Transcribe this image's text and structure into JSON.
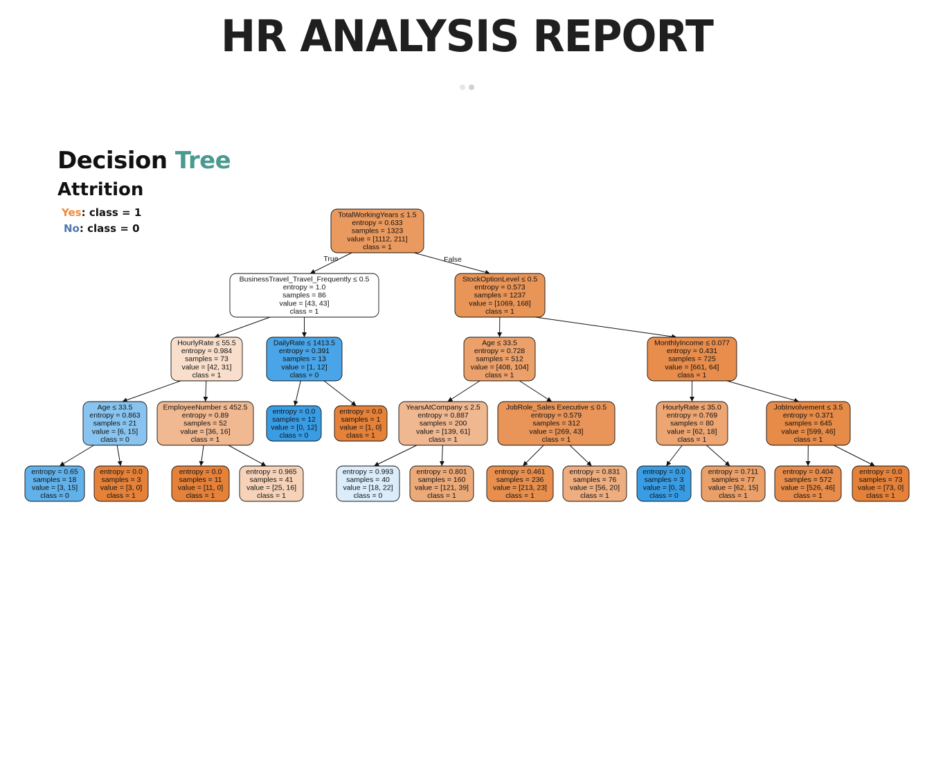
{
  "report": {
    "title": "HR ANALYSIS REPORT",
    "pager_dots": 2
  },
  "section": {
    "title_main": "Decision ",
    "title_accent": "Tree",
    "subtitle": "Attrition",
    "accent_color": "#4a9a8f"
  },
  "legend": {
    "yes_word": "Yes",
    "yes_rest": ": class = 1",
    "no_word": "No",
    "no_rest": ": class = 0",
    "yes_color": "#ef8a35",
    "no_color": "#4f77b0"
  },
  "tree": {
    "edge_true_label": "True",
    "edge_false_label": "False",
    "nodes": [
      {
        "id": "n0",
        "split": "TotalWorkingYears ≤ 1.5",
        "entropy": "0.633",
        "samples": "1323",
        "value": "[1112, 211]",
        "class": "1",
        "fill": "#ea9a5f"
      },
      {
        "id": "n1",
        "split": "BusinessTravel_Travel_Frequently ≤ 0.5",
        "entropy": "1.0",
        "samples": "86",
        "value": "[43, 43]",
        "class": "1",
        "fill": "#ffffff"
      },
      {
        "id": "n2",
        "split": "StockOptionLevel ≤ 0.5",
        "entropy": "0.573",
        "samples": "1237",
        "value": "[1069, 168]",
        "class": "1",
        "fill": "#e99558"
      },
      {
        "id": "n3",
        "split": "HourlyRate ≤ 55.5",
        "entropy": "0.984",
        "samples": "73",
        "value": "[42, 31]",
        "class": "1",
        "fill": "#f8decb"
      },
      {
        "id": "n4",
        "split": "DailyRate ≤ 1413.5",
        "entropy": "0.391",
        "samples": "13",
        "value": "[1, 12]",
        "class": "0",
        "fill": "#49a5e7"
      },
      {
        "id": "n5",
        "split": "Age ≤ 33.5",
        "entropy": "0.728",
        "samples": "512",
        "value": "[408, 104]",
        "class": "1",
        "fill": "#eca16b"
      },
      {
        "id": "n6",
        "split": "MonthlyIncome ≤ 0.077",
        "entropy": "0.431",
        "samples": "725",
        "value": "[661, 64]",
        "class": "1",
        "fill": "#e88d4c"
      },
      {
        "id": "n7",
        "split": "Age ≤ 33.5",
        "entropy": "0.863",
        "samples": "21",
        "value": "[6, 15]",
        "class": "0",
        "fill": "#88c4ef"
      },
      {
        "id": "n8",
        "split": "EmployeeNumber ≤ 452.5",
        "entropy": "0.89",
        "samples": "52",
        "value": "[36, 16]",
        "class": "1",
        "fill": "#f1b991"
      },
      {
        "id": "n9",
        "split": "",
        "entropy": "0.0",
        "samples": "12",
        "value": "[0, 12]",
        "class": "0",
        "fill": "#399de5"
      },
      {
        "id": "n10",
        "split": "",
        "entropy": "0.0",
        "samples": "1",
        "value": "[1, 0]",
        "class": "1",
        "fill": "#e58139"
      },
      {
        "id": "n11",
        "split": "YearsAtCompany ≤ 2.5",
        "entropy": "0.887",
        "samples": "200",
        "value": "[139, 61]",
        "class": "1",
        "fill": "#f0b890"
      },
      {
        "id": "n12",
        "split": "JobRole_Sales Executive ≤ 0.5",
        "entropy": "0.579",
        "samples": "312",
        "value": "[269, 43]",
        "class": "1",
        "fill": "#e99559"
      },
      {
        "id": "n13",
        "split": "HourlyRate ≤ 35.0",
        "entropy": "0.769",
        "samples": "80",
        "value": "[62, 18]",
        "class": "1",
        "fill": "#eda572"
      },
      {
        "id": "n14",
        "split": "JobInvolvement ≤ 3.5",
        "entropy": "0.371",
        "samples": "645",
        "value": "[599, 46]",
        "class": "1",
        "fill": "#e78b48"
      },
      {
        "id": "n15",
        "split": "",
        "entropy": "0.65",
        "samples": "18",
        "value": "[3, 15]",
        "class": "0",
        "fill": "#61b1ea"
      },
      {
        "id": "n16",
        "split": "",
        "entropy": "0.0",
        "samples": "3",
        "value": "[3, 0]",
        "class": "1",
        "fill": "#e58139"
      },
      {
        "id": "n17",
        "split": "",
        "entropy": "0.0",
        "samples": "11",
        "value": "[11, 0]",
        "class": "1",
        "fill": "#e58139"
      },
      {
        "id": "n18",
        "split": "",
        "entropy": "0.965",
        "samples": "41",
        "value": "[25, 16]",
        "class": "1",
        "fill": "#f6d2b8"
      },
      {
        "id": "n19",
        "split": "",
        "entropy": "0.993",
        "samples": "40",
        "value": "[18, 22]",
        "class": "0",
        "fill": "#dbedfa"
      },
      {
        "id": "n20",
        "split": "",
        "entropy": "0.801",
        "samples": "160",
        "value": "[121, 39]",
        "class": "1",
        "fill": "#edaa79"
      },
      {
        "id": "n21",
        "split": "",
        "entropy": "0.461",
        "samples": "236",
        "value": "[213, 23]",
        "class": "1",
        "fill": "#e88f4e"
      },
      {
        "id": "n22",
        "split": "",
        "entropy": "0.831",
        "samples": "76",
        "value": "[56, 20]",
        "class": "1",
        "fill": "#eeae80"
      },
      {
        "id": "n23",
        "split": "",
        "entropy": "0.0",
        "samples": "3",
        "value": "[0, 3]",
        "class": "0",
        "fill": "#399de5"
      },
      {
        "id": "n24",
        "split": "",
        "entropy": "0.711",
        "samples": "77",
        "value": "[62, 15]",
        "class": "1",
        "fill": "#eba069"
      },
      {
        "id": "n25",
        "split": "",
        "entropy": "0.404",
        "samples": "572",
        "value": "[526, 46]",
        "class": "1",
        "fill": "#e78c4a"
      },
      {
        "id": "n26",
        "split": "",
        "entropy": "0.0",
        "samples": "73",
        "value": "[73, 0]",
        "class": "1",
        "fill": "#e58139"
      }
    ],
    "edges": [
      [
        "n0",
        "n1"
      ],
      [
        "n0",
        "n2"
      ],
      [
        "n1",
        "n3"
      ],
      [
        "n1",
        "n4"
      ],
      [
        "n2",
        "n5"
      ],
      [
        "n2",
        "n6"
      ],
      [
        "n3",
        "n7"
      ],
      [
        "n3",
        "n8"
      ],
      [
        "n4",
        "n9"
      ],
      [
        "n4",
        "n10"
      ],
      [
        "n5",
        "n11"
      ],
      [
        "n5",
        "n12"
      ],
      [
        "n6",
        "n13"
      ],
      [
        "n6",
        "n14"
      ],
      [
        "n7",
        "n15"
      ],
      [
        "n7",
        "n16"
      ],
      [
        "n8",
        "n17"
      ],
      [
        "n8",
        "n18"
      ],
      [
        "n11",
        "n19"
      ],
      [
        "n11",
        "n20"
      ],
      [
        "n12",
        "n21"
      ],
      [
        "n12",
        "n22"
      ],
      [
        "n13",
        "n23"
      ],
      [
        "n13",
        "n24"
      ],
      [
        "n14",
        "n25"
      ],
      [
        "n14",
        "n26"
      ]
    ]
  }
}
